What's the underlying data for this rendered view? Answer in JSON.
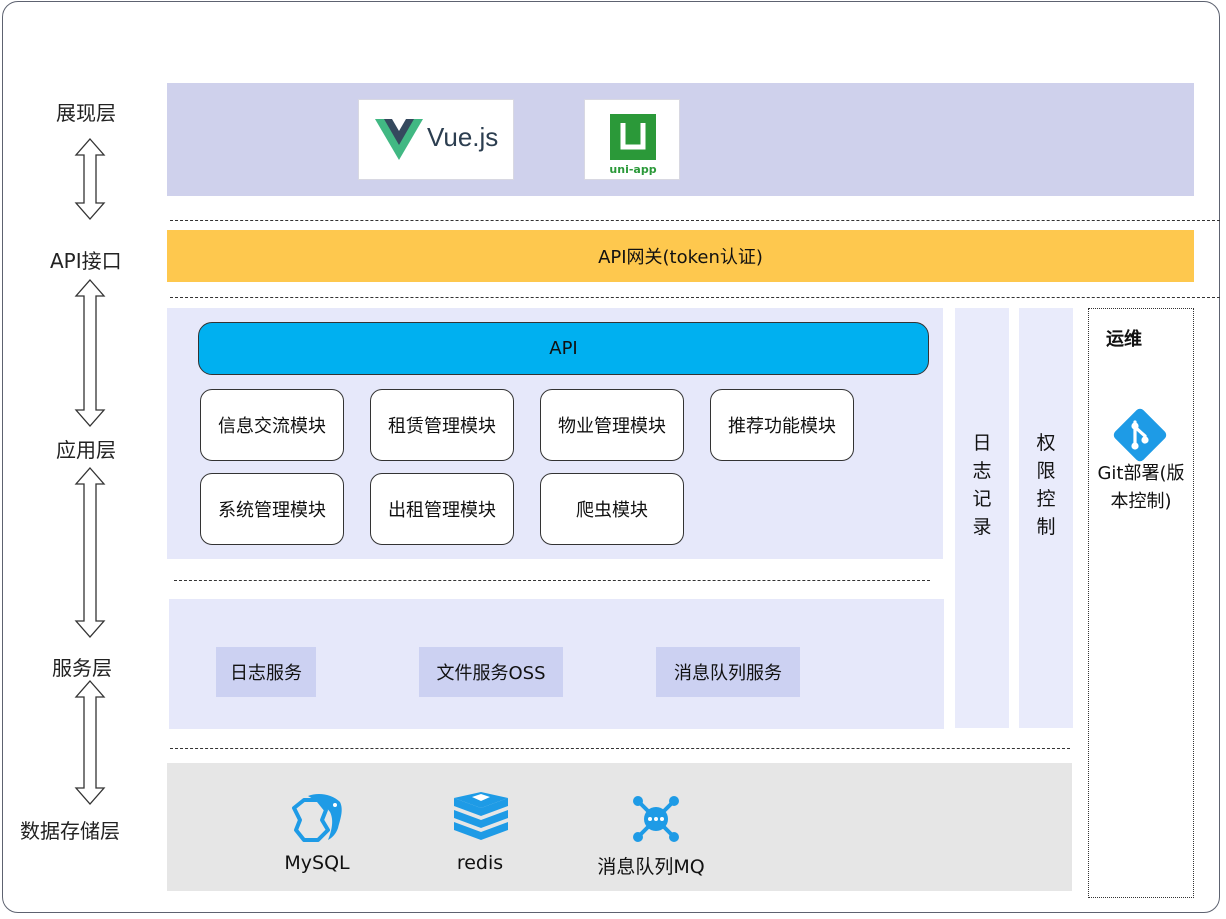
{
  "layers": {
    "presentation": "展现层",
    "api": "API接口",
    "application": "应用层",
    "service": "服务层",
    "storage": "数据存储层"
  },
  "presentation": {
    "vue_text": "Vue.js",
    "uniapp_text": "uni-app"
  },
  "gateway": {
    "label": "API网关(token认证)"
  },
  "application": {
    "api_bar": "API",
    "modules": [
      "信息交流模块",
      "租赁管理模块",
      "物业管理模块",
      "推荐功能模块",
      "系统管理模块",
      "出租管理模块",
      "爬虫模块"
    ]
  },
  "side": {
    "log_chars": [
      "日",
      "志",
      "记",
      "录"
    ],
    "auth_chars": [
      "权",
      "限",
      "控",
      "制"
    ]
  },
  "ops": {
    "title": "运维",
    "git_line1": "Git部署(版",
    "git_line2": "本控制)"
  },
  "services": [
    "日志服务",
    "文件服务OSS",
    "消息队列服务"
  ],
  "storage": [
    "MySQL",
    "redis",
    "消息队列MQ"
  ],
  "colors": {
    "presentation_band": "#cfd1ec",
    "gateway": "#fec84e",
    "app_band": "#e6e8fa",
    "api_bar": "#00b0f0",
    "storage_band": "#e6e6e6",
    "icon_blue": "#1e9be6",
    "vue_green": "#41b883",
    "vue_dark": "#35495e",
    "uniapp_green": "#2b9939"
  }
}
